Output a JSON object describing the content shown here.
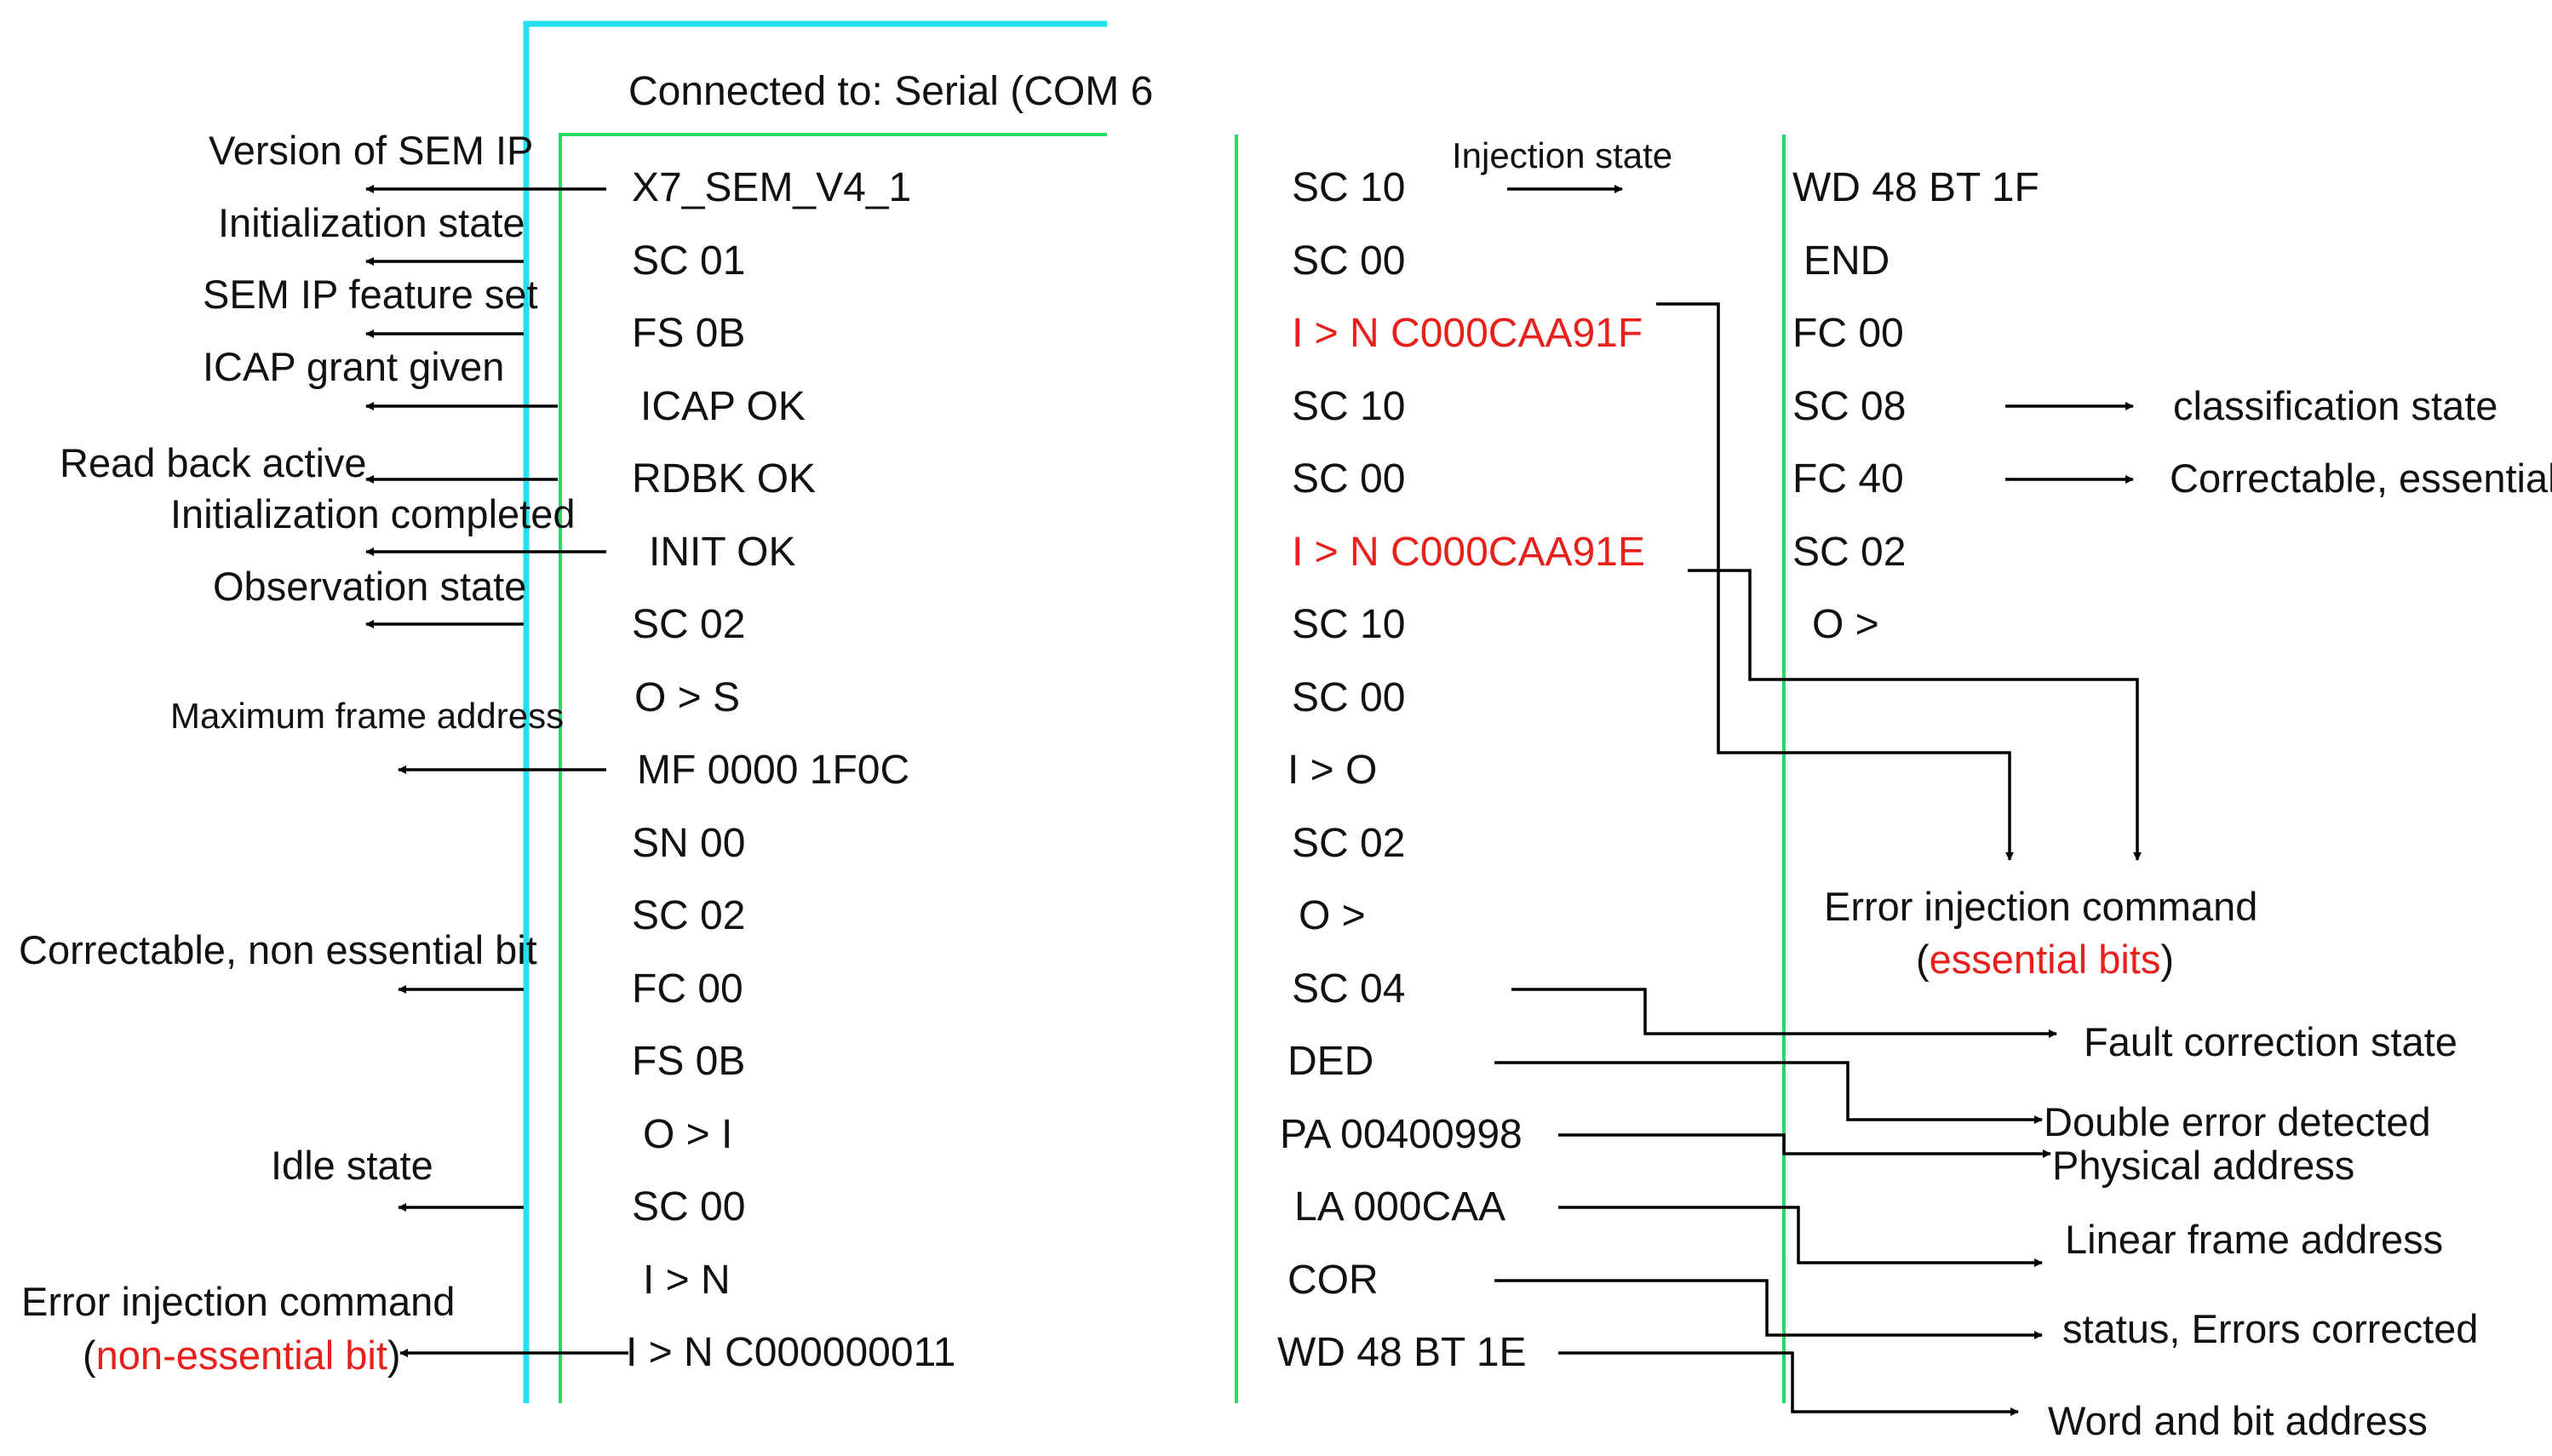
{
  "header": {
    "connection": "Connected to: Serial (COM 6"
  },
  "terminal": {
    "col1": [
      "X7_SEM_V4_1",
      "SC 01",
      "FS 0B",
      "ICAP OK",
      "RDBK OK",
      "INIT OK",
      "SC 02",
      "O > S",
      "MF 0000 1F0C",
      "SN 00",
      "SC 02",
      "FC 00",
      "FS 0B",
      "O > I",
      "SC 00",
      "I > N",
      "I > N C000000011"
    ],
    "col2": [
      "SC 10",
      "SC 00",
      "I > N C000CAA91F",
      "SC 10",
      "SC 00",
      "I > N C000CAA91E",
      "SC 10",
      "SC 00",
      "I > O",
      "SC 02",
      "O >",
      "SC 04",
      "DED",
      "PA 00400998",
      "LA 000CAA",
      "COR",
      "WD 48 BT 1E"
    ],
    "col3": [
      "WD 48 BT 1F",
      "END",
      "FC 00",
      "SC 08",
      "FC 40",
      "SC 02",
      "O >"
    ]
  },
  "labels_left": {
    "version": "Version of SEM IP",
    "init_state": "Initialization state",
    "feature_set": "SEM IP feature set",
    "icap": "ICAP grant given",
    "readback": "Read back active",
    "init_done": "Initialization completed",
    "observation": "Observation state",
    "max_frame": "Maximum frame address",
    "correctable_ne": "Correctable, non essential bit",
    "idle": "Idle state",
    "err_inj": "Error injection command",
    "non_ess_open": "(",
    "non_ess": "non-essential bit",
    "non_ess_close": ")"
  },
  "labels_right": {
    "injection_state": "Injection state",
    "classification": "classification state",
    "correctable_ess": "Correctable, essential",
    "err_inj": "Error injection command",
    "ess_open": "(",
    "ess": "essential bits",
    "ess_close": ")",
    "fault_corr": "Fault correction state",
    "double_err": "Double error detected",
    "physical": "Physical address",
    "linear": "Linear frame address",
    "status": "status, Errors corrected",
    "word_bit": "Word and bit address"
  },
  "colors": {
    "cyan": "#22e0ef",
    "green": "#22dd66",
    "red": "#e8201c",
    "black": "#000000"
  }
}
